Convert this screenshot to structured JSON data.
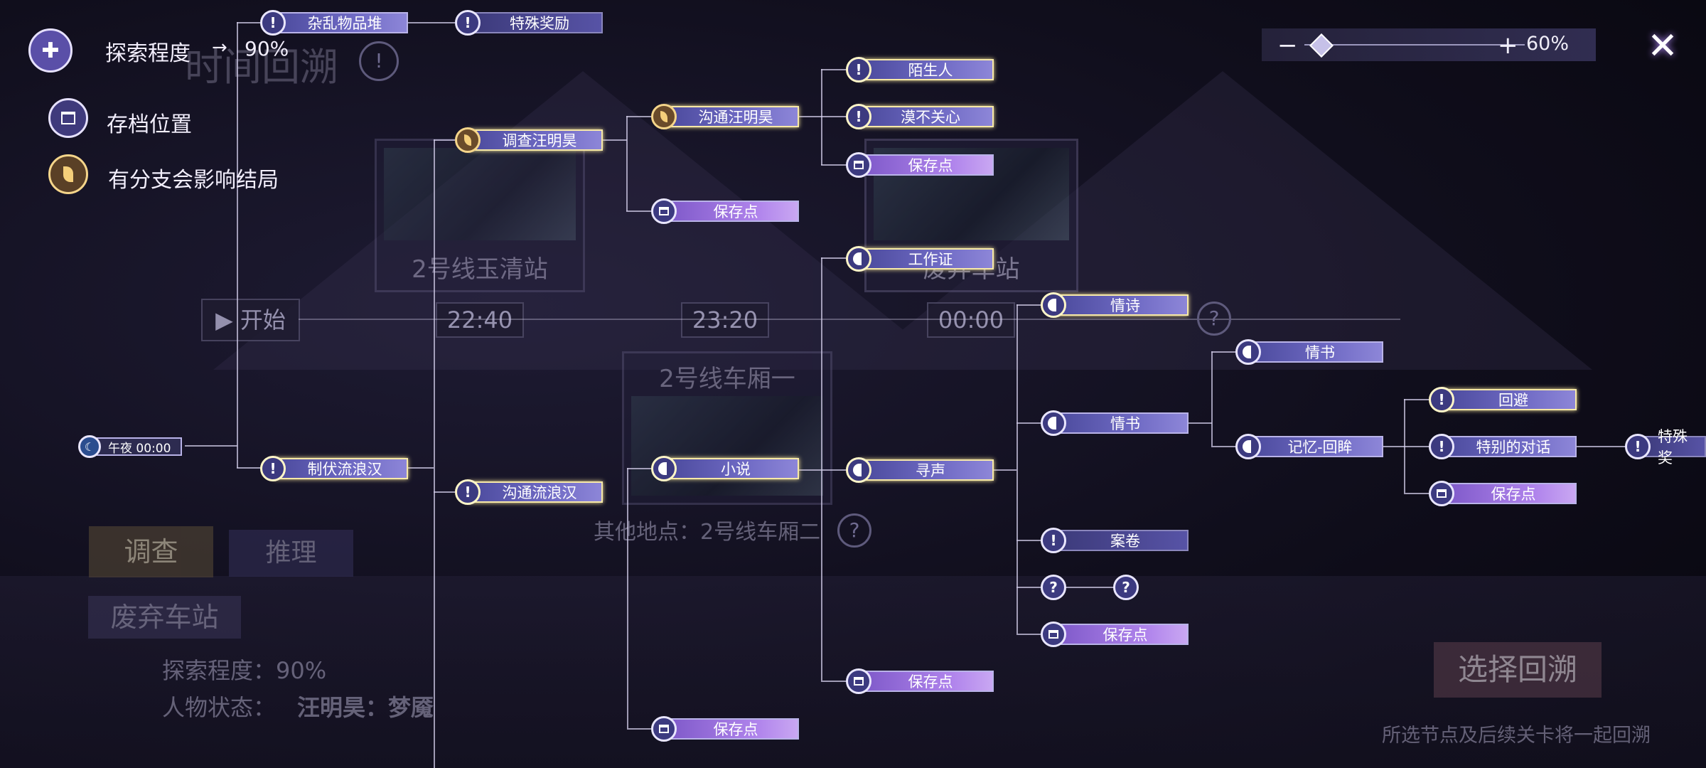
{
  "legend": {
    "progress_label": "探索程度",
    "progress_arrow": "→",
    "progress_value": "90%",
    "save_label": "存档位置",
    "branch_label": "有分支会影响结局"
  },
  "zoom": {
    "minus": "−",
    "plus": "+",
    "value": "60%",
    "level": 0.07
  },
  "close_label": "✕",
  "background": {
    "title_faded": "时间回溯",
    "start_label": "开始",
    "times": [
      "22:40",
      "23:20",
      "00:00"
    ],
    "locations": [
      "2号线玉清站",
      "2号线车厢一",
      "废弃车站"
    ],
    "other_location": "其他地点：2号线车厢二",
    "tabs": [
      "调查",
      "推理"
    ],
    "panel_location": "废弃车站",
    "panel_progress": "探索程度：90%",
    "panel_status_label": "人物状态：",
    "panel_status_value": "汪明昊：梦魇",
    "choose_button": "选择回溯",
    "choose_note": "所选节点及后续关卡将一起回溯"
  },
  "tree": {
    "root": "午夜 00:00",
    "n_misc": "杂乱物品堆",
    "n_special1": "特殊奖励",
    "n_investigate": "调查汪明昊",
    "n_talk_wang": "沟通汪明昊",
    "n_stranger": "陌生人",
    "n_indifferent": "漠不关心",
    "n_save1": "保存点",
    "n_save2": "保存点",
    "n_workcard": "工作证",
    "n_subdue": "制伏流浪汉",
    "n_talk_tramp": "沟通流浪汉",
    "n_novel": "小说",
    "n_seek": "寻声",
    "n_poem": "情诗",
    "n_letter_a": "情书",
    "n_letter_b": "情书",
    "n_memory": "记忆-回眸",
    "n_avoid": "回避",
    "n_special_talk": "特别的对话",
    "n_special2": "特殊奖",
    "n_save3": "保存点",
    "n_case": "案卷",
    "n_q1": "?",
    "n_q2": "?",
    "n_save4": "保存点",
    "n_save5": "保存点",
    "n_save6": "保存点",
    "q_top": "?"
  }
}
